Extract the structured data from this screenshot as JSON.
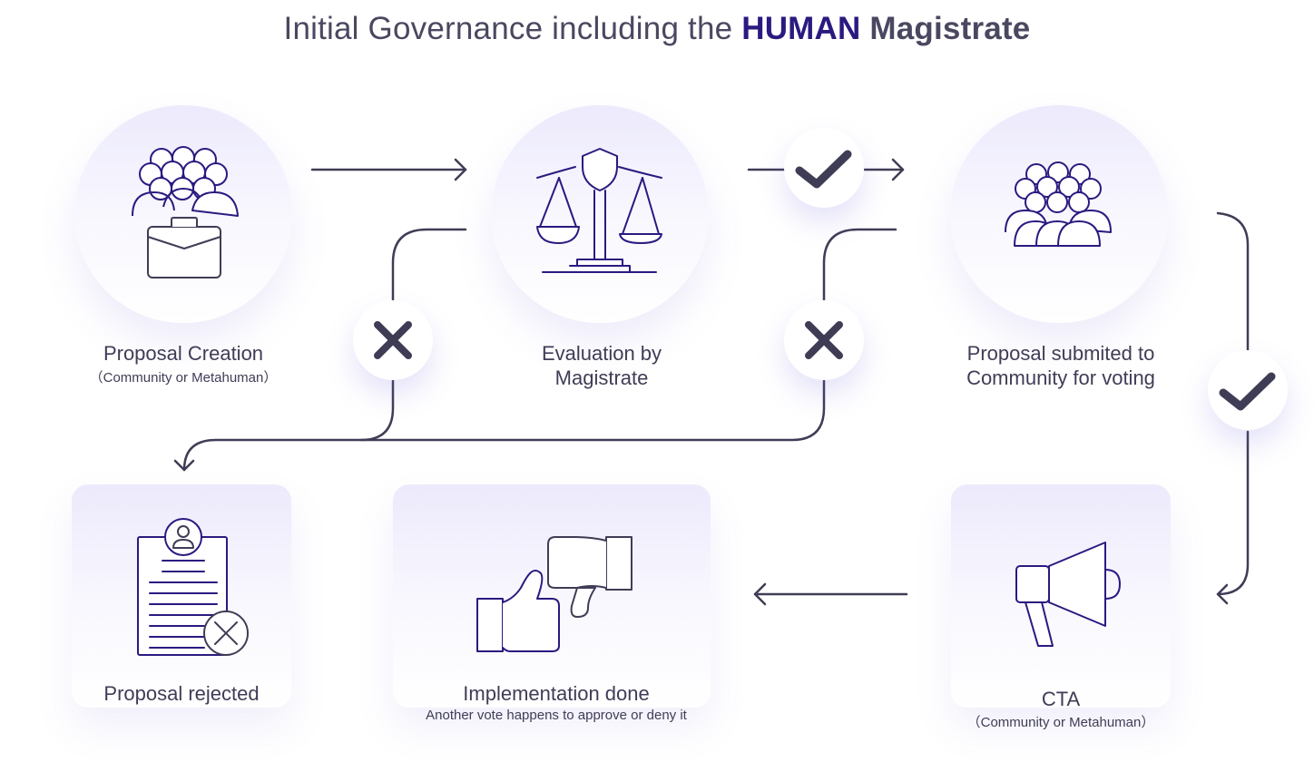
{
  "title": {
    "prefix": "Initial Governance including the ",
    "highlight": "HUMAN",
    "suffix": " Magistrate"
  },
  "nodes": {
    "proposal_creation": {
      "label": "Proposal Creation",
      "sub": "（Community or Metahuman）"
    },
    "evaluation": {
      "label_line1": "Evaluation by",
      "label_line2": "Magistrate"
    },
    "submitted": {
      "label_line1": "Proposal submited to",
      "label_line2": "Community for voting"
    },
    "rejected": {
      "label": "Proposal rejected"
    },
    "implementation": {
      "label": "Implementation done",
      "sub": "Another vote happens to approve or deny it"
    },
    "cta": {
      "label": "CTA",
      "sub": "（Community or Metahuman）"
    }
  },
  "colors": {
    "accent": "#2a1a80",
    "line": "#3f3d56",
    "icon": "#2a1a80"
  }
}
